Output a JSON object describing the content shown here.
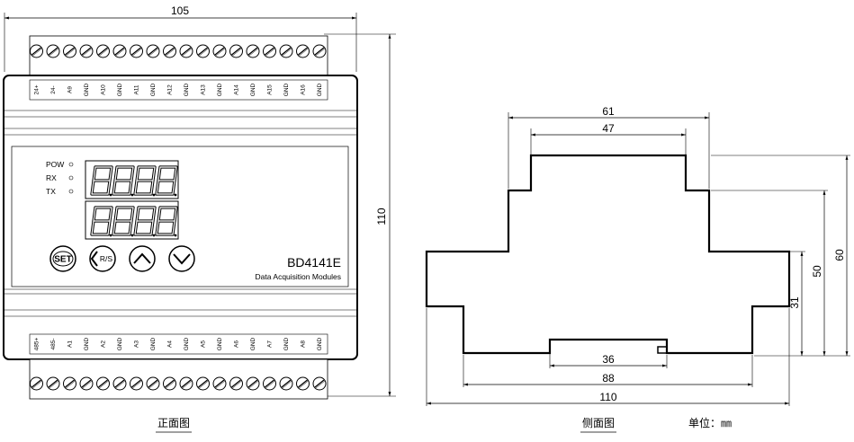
{
  "front_view": {
    "caption": "正面图",
    "dim_width": "105",
    "dim_height": "110",
    "top_terminals": [
      "24+",
      "24-",
      "A9",
      "GND",
      "A10",
      "GND",
      "A11",
      "GND",
      "A12",
      "GND",
      "A13",
      "GND",
      "A14",
      "GND",
      "A15",
      "GND",
      "A16",
      "GND"
    ],
    "bottom_terminals": [
      "485+",
      "485-",
      "A1",
      "GND",
      "A2",
      "GND",
      "A3",
      "GND",
      "A4",
      "GND",
      "A5",
      "GND",
      "A6",
      "GND",
      "A7",
      "GND",
      "A8",
      "GND"
    ],
    "leds": [
      "POW",
      "RX",
      "TX"
    ],
    "buttons": [
      "SET",
      "R/S"
    ],
    "model": "BD4141E",
    "subtitle": "Data Acquisition Modules"
  },
  "side_view": {
    "caption": "侧面图",
    "dims": {
      "top_outer": "61",
      "top_inner": "47",
      "right_full": "60",
      "right_mid": "50",
      "right_low": "31",
      "bottom_small": "36",
      "bottom_mid": "88",
      "bottom_full": "110"
    }
  },
  "unit": "单位：㎜"
}
